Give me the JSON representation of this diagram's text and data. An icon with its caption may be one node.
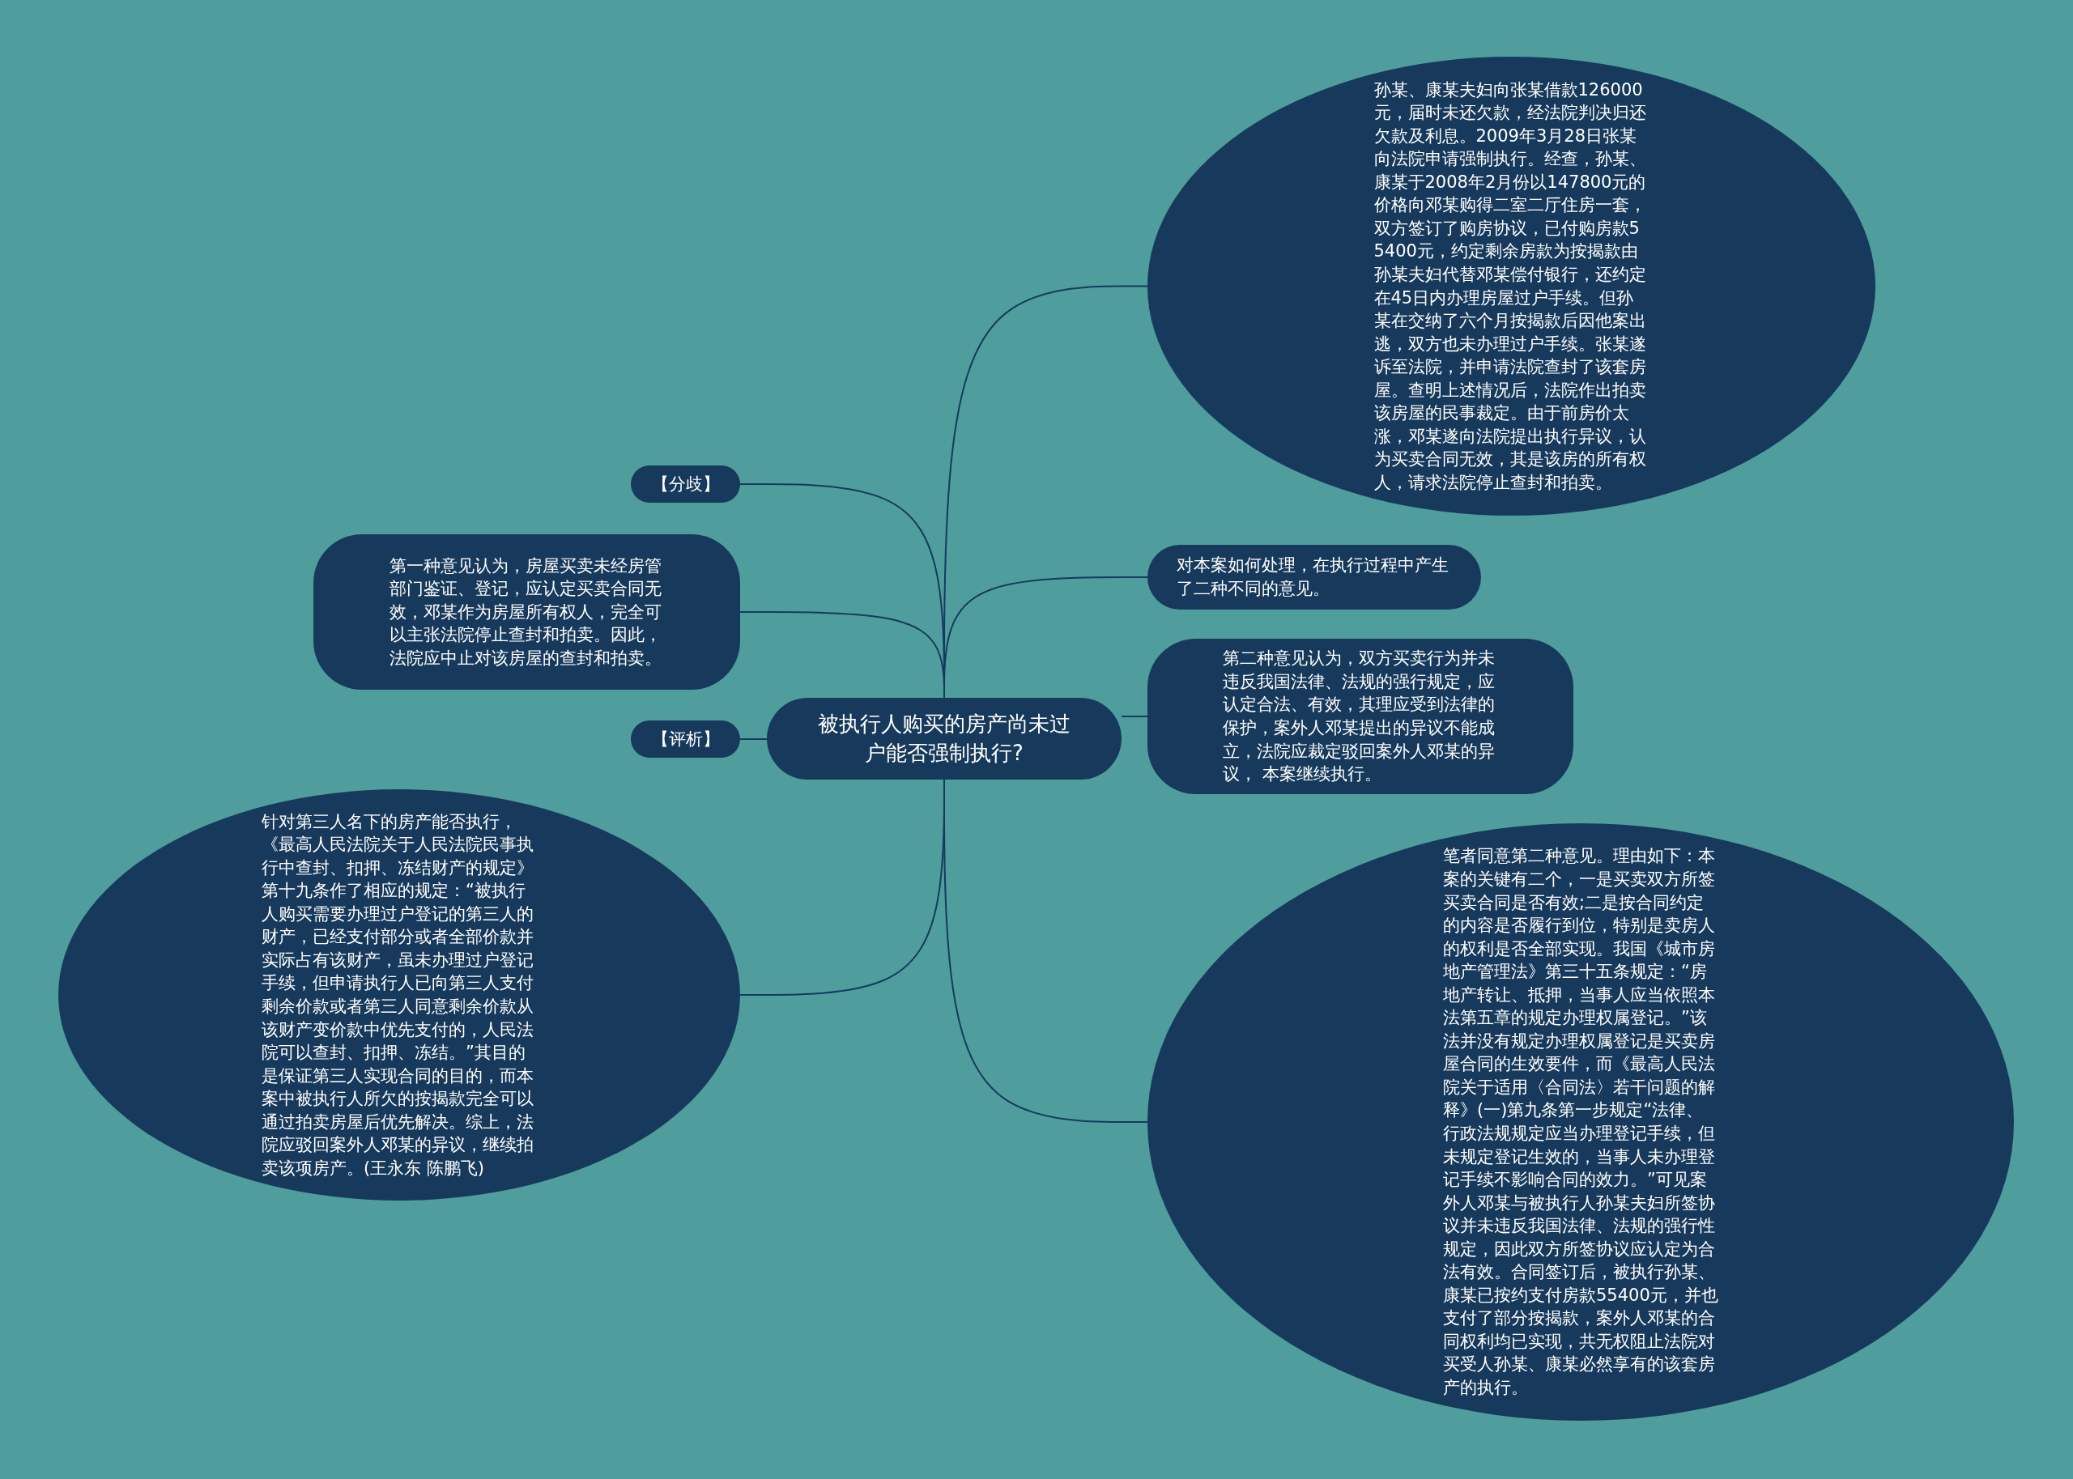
{
  "diagram": {
    "nodes": [
      {
        "text": [
          "被执行人购买的房产尚未过户能否强制执行?"
        ]
      },
      {
        "text": [
          "孙某、康某夫妇向张某借款126000元，届时未还欠款，经法院判决归还欠款及利息。2009年3月28日张某向法院申请强制执行。经查，孙某、康某于2008年2月份以147800元的价格向邓某购得二室二厅住房一套，双方签订了购房协议，已付购房款55400元，约定剩余房款为按揭款由孙某夫妇代替邓某偿付银行，还约定在45日内办理房屋过户手续。但孙某在交纳了六个月按揭款后因他案出逃，双方也未办理过户手续。张某遂诉至法院，并申请法院查封了该套房屋。查明上述情况后，法院作出拍卖该房屋的民事裁定。由于前房价太涨，邓某遂向法院提出执行异议，认为买卖合同无效，其是该房的所有权人，请求法院停止查封和拍卖。"
        ]
      },
      {
        "text": [
          "【分歧】"
        ]
      },
      {
        "text": [
          "第一种意见认为，房屋买卖未经房管部门鉴证、登记，应认定买卖合同无效，邓某作为房屋所有权人，完全可以主张法院停止查封和拍卖。因此，法院应中止对该房屋的查封和拍卖。"
        ]
      },
      {
        "text": [
          "【评析】"
        ]
      },
      {
        "text": [
          "针对第三人名下的房产能否执行，《最高人民法院关于人民法院民事执行中查封、扣押、冻结财产的规定》第十九条作了相应的规定：“被执行人购买需要办理过户登记的第三人的财产，已经支付部分或者全部价款并实际占有该财产，虽未办理过户登记手续，但申请执行人已向第三人支付剩余价款或者第三人同意剩余价款从该财产变价款中优先支付的，人民法院可以查封、扣押、冻结。”其目的是保证第三人实现合同的目的，而本案中被执行人所欠的按揭款完全可以通过拍卖房屋后优先解决。综上，法院应驳回案外人邓某的异议，继续拍卖该项房产。(王永东 陈鹏飞)"
        ]
      },
      {
        "text": [
          "对本案如何处理，在执行过程中产生了二种不同的意见。"
        ]
      },
      {
        "text": [
          "第二种意见认为，双方买卖行为并未违反我国法律、法规的强行规定，应认定合法、有效，其理应受到法律的保护，案外人邓某提出的异议不能成立，法院应裁定驳回案外人邓某的异议， 本案继续执行。"
        ]
      },
      {
        "text": [
          "笔者同意第二种意见。理由如下：本案的关键有二个，一是买卖双方所签买卖合同是否有效;二是按合同约定的内容是否履行到位，特别是卖房人的权利是否全部实现。我国《城市房地产管理法》第三十五条规定：“房地产转让、抵押，当事人应当依照本法第五章的规定办理权属登记。”该法并没有规定办理权属登记是买卖房屋合同的生效要件，而《最高人民法院关于适用〈合同法〉若干问题的解释》(一)第九条第一步规定“法律、行政法规规定应当办理登记手续，但未规定登记生效的，当事人未办理登记手续不影响合同的效力。”可见案外人邓某与被执行人孙某夫妇所签协议并未违反我国法律、法规的强行性规定，因此双方所签协议应认定为合法有效。合同签订后，被执行孙某、康某已按约支付房款55400元，并也支付了部分按揭款，案外人邓某的合同权利均已实现，共无权阻止法院对买受人孙某、康某必然享有的该套房产的执行。"
        ]
      }
    ],
    "edges": [
      {
        "from": 0,
        "to": 1,
        "arrow": "none"
      },
      {
        "from": 0,
        "to": 2,
        "arrow": "none"
      },
      {
        "from": 0,
        "to": 3,
        "arrow": "none"
      },
      {
        "from": 0,
        "to": 4,
        "arrow": "none"
      },
      {
        "from": 0,
        "to": 5,
        "arrow": "none"
      },
      {
        "from": 0,
        "to": 6,
        "arrow": "none"
      },
      {
        "from": 0,
        "to": 7,
        "arrow": "none"
      },
      {
        "from": 0,
        "to": 8,
        "arrow": "none"
      }
    ]
  }
}
